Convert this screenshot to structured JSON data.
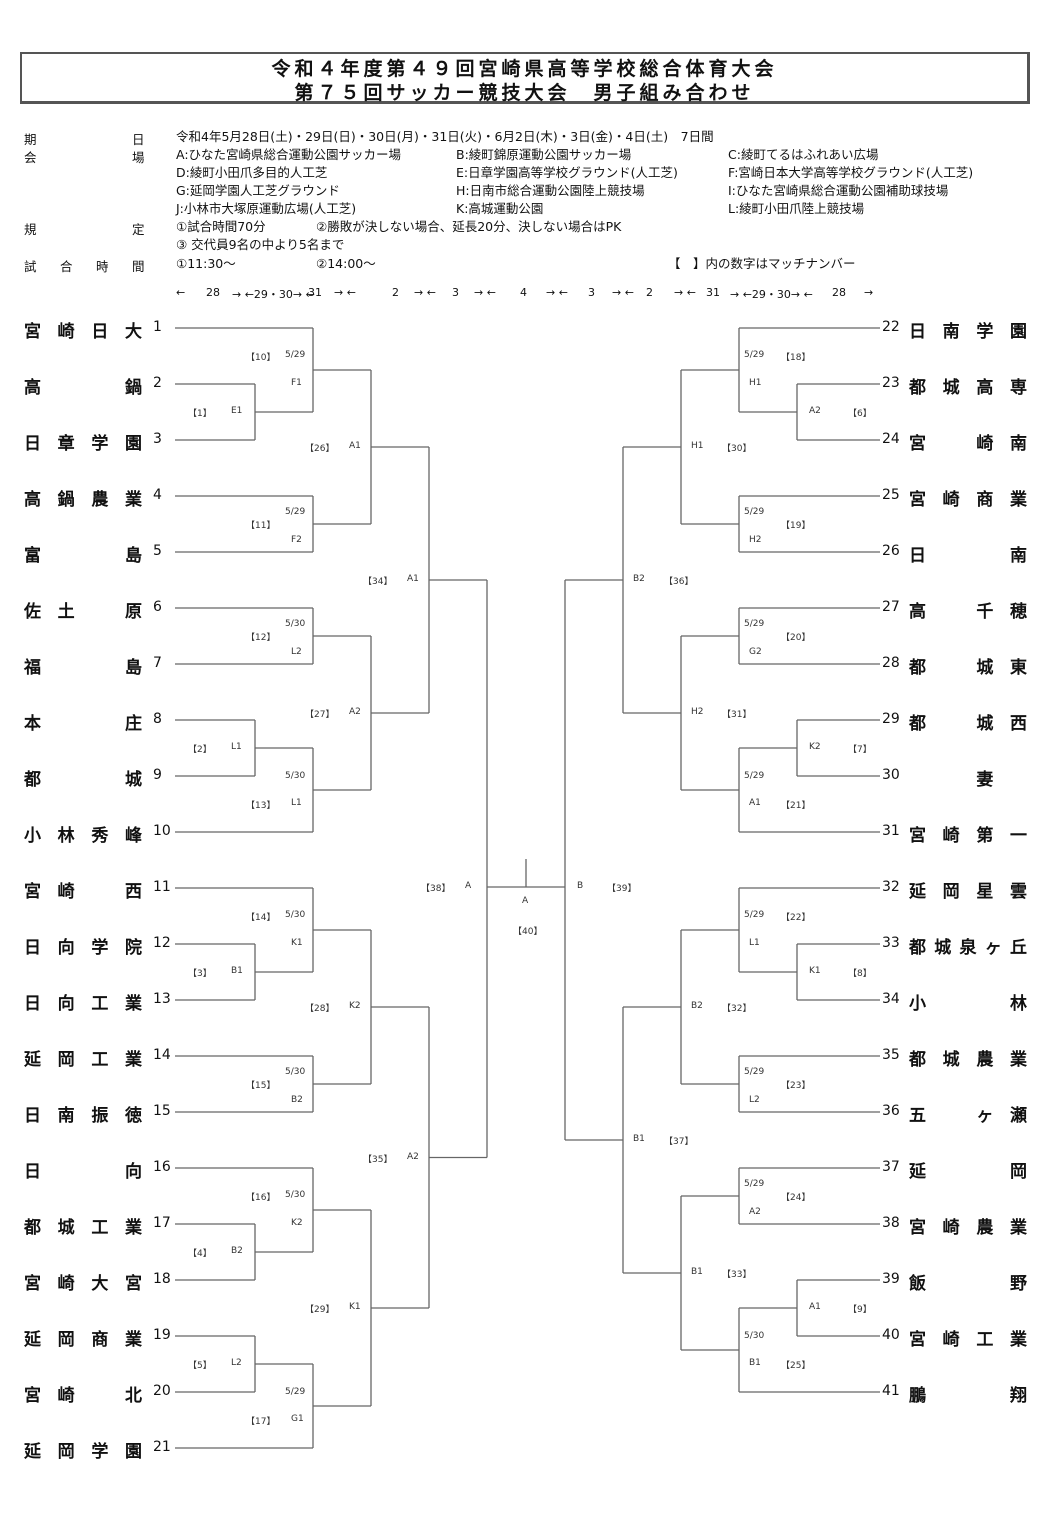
{
  "title": {
    "line1": "令和４年度第４９回宮崎県高等学校総合体育大会",
    "line2": "第７５回サッカー競技大会　男子組み合わせ"
  },
  "info": {
    "period_label": [
      "期",
      "日"
    ],
    "period_value": "令和4年5月28日(土)・29日(日)・30日(月)・31日(火)・6月2日(木)・3日(金)・4日(土)　7日間",
    "venue_label": [
      "会",
      "場"
    ],
    "venues": [
      "A:ひなた宮崎県総合運動公園サッカー場",
      "B:綾町錦原運動公園サッカー場",
      "C:綾町てるはふれあい広場",
      "D:綾町小田爪多目的人工芝",
      "E:日章学園高等学校グラウンド(人工芝)",
      "F:宮崎日本大学高等学校グラウンド(人工芝)",
      "G:延岡学園人工芝グラウンド",
      "H:日南市総合運動公園陸上競技場",
      "I:ひなた宮崎県総合運動公園補助球技場",
      "J:小林市大塚原運動広場(人工芝)",
      "K:高城運動公園",
      "L:綾町小田爪陸上競技場"
    ],
    "rules_label": [
      "規",
      "定"
    ],
    "rules": [
      "①試合時間70分",
      "②勝敗が決しない場合、延長20分、決しない場合はPK",
      "③ 交代員9名の中より5名まで"
    ],
    "time_label": [
      "試",
      "合",
      "時",
      "間"
    ],
    "times": [
      "①11:30～",
      "②14:00～"
    ],
    "note": "【　】内の数字はマッチナンバー"
  },
  "day_row": [
    "←",
    "28",
    "→ ←29・30→ ←",
    "31",
    "→ ←",
    "2",
    "→ ←",
    "3",
    "→ ←",
    "4",
    "→ ←",
    "3",
    "→ ←",
    "2",
    "→ ←",
    "31",
    "→ ←29・30→ ←",
    "28",
    "→"
  ],
  "teams_left": [
    {
      "no": "1",
      "name": [
        "宮",
        "崎",
        "日",
        "大"
      ]
    },
    {
      "no": "2",
      "name": [
        "高",
        "",
        "",
        "鍋"
      ]
    },
    {
      "no": "3",
      "name": [
        "日",
        "章",
        "学",
        "園"
      ]
    },
    {
      "no": "4",
      "name": [
        "高",
        "鍋",
        "農",
        "業"
      ]
    },
    {
      "no": "5",
      "name": [
        "富",
        "",
        "",
        "島"
      ]
    },
    {
      "no": "6",
      "name": [
        "佐",
        "土",
        "",
        "原"
      ]
    },
    {
      "no": "7",
      "name": [
        "福",
        "",
        "",
        "島"
      ]
    },
    {
      "no": "8",
      "name": [
        "本",
        "",
        "",
        "庄"
      ]
    },
    {
      "no": "9",
      "name": [
        "都",
        "",
        "",
        "城"
      ]
    },
    {
      "no": "10",
      "name": [
        "小",
        "林",
        "秀",
        "峰"
      ]
    },
    {
      "no": "11",
      "name": [
        "宮",
        "崎",
        "",
        "西"
      ]
    },
    {
      "no": "12",
      "name": [
        "日",
        "向",
        "学",
        "院"
      ]
    },
    {
      "no": "13",
      "name": [
        "日",
        "向",
        "工",
        "業"
      ]
    },
    {
      "no": "14",
      "name": [
        "延",
        "岡",
        "工",
        "業"
      ]
    },
    {
      "no": "15",
      "name": [
        "日",
        "南",
        "振",
        "徳"
      ]
    },
    {
      "no": "16",
      "name": [
        "日",
        "",
        "",
        "向"
      ]
    },
    {
      "no": "17",
      "name": [
        "都",
        "城",
        "工",
        "業"
      ]
    },
    {
      "no": "18",
      "name": [
        "宮",
        "崎",
        "大",
        "宮"
      ]
    },
    {
      "no": "19",
      "name": [
        "延",
        "岡",
        "商",
        "業"
      ]
    },
    {
      "no": "20",
      "name": [
        "宮",
        "崎",
        "",
        "北"
      ]
    },
    {
      "no": "21",
      "name": [
        "延",
        "岡",
        "学",
        "園"
      ]
    }
  ],
  "teams_right": [
    {
      "no": "22",
      "name": [
        "日",
        "南",
        "学",
        "園"
      ]
    },
    {
      "no": "23",
      "name": [
        "都",
        "城",
        "高",
        "専"
      ]
    },
    {
      "no": "24",
      "name": [
        "宮",
        "",
        "崎",
        "南"
      ]
    },
    {
      "no": "25",
      "name": [
        "宮",
        "崎",
        "商",
        "業"
      ]
    },
    {
      "no": "26",
      "name": [
        "日",
        "",
        "",
        "南"
      ]
    },
    {
      "no": "27",
      "name": [
        "高",
        "",
        "千",
        "穂"
      ]
    },
    {
      "no": "28",
      "name": [
        "都",
        "",
        "城",
        "東"
      ]
    },
    {
      "no": "29",
      "name": [
        "都",
        "",
        "城",
        "西"
      ]
    },
    {
      "no": "30",
      "name": [
        "",
        "",
        "妻",
        ""
      ]
    },
    {
      "no": "31",
      "name": [
        "宮",
        "崎",
        "第",
        "一"
      ]
    },
    {
      "no": "32",
      "name": [
        "延",
        "岡",
        "星",
        "雲"
      ]
    },
    {
      "no": "33",
      "name": [
        "都",
        "城",
        "泉",
        "ヶ",
        "丘"
      ]
    },
    {
      "no": "34",
      "name": [
        "小",
        "",
        "",
        "林"
      ]
    },
    {
      "no": "35",
      "name": [
        "都",
        "城",
        "農",
        "業"
      ]
    },
    {
      "no": "36",
      "name": [
        "五",
        "",
        "ヶ",
        "瀬"
      ]
    },
    {
      "no": "37",
      "name": [
        "延",
        "",
        "",
        "岡"
      ]
    },
    {
      "no": "38",
      "name": [
        "宮",
        "崎",
        "農",
        "業"
      ]
    },
    {
      "no": "39",
      "name": [
        "飯",
        "",
        "",
        "野"
      ]
    },
    {
      "no": "40",
      "name": [
        "宮",
        "崎",
        "工",
        "業"
      ]
    },
    {
      "no": "41",
      "name": [
        "鵬",
        "",
        "",
        "翔"
      ]
    }
  ],
  "matches": [
    {
      "no": "【1】",
      "venue": "E1",
      "date": ""
    },
    {
      "no": "【2】",
      "venue": "L1",
      "date": ""
    },
    {
      "no": "【3】",
      "venue": "B1",
      "date": ""
    },
    {
      "no": "【4】",
      "venue": "B2",
      "date": ""
    },
    {
      "no": "【5】",
      "venue": "L2",
      "date": ""
    },
    {
      "no": "【6】",
      "venue": "A2",
      "date": ""
    },
    {
      "no": "【7】",
      "venue": "K2",
      "date": ""
    },
    {
      "no": "【8】",
      "venue": "K1",
      "date": ""
    },
    {
      "no": "【9】",
      "venue": "A1",
      "date": ""
    },
    {
      "no": "【10】",
      "venue": "F1",
      "date": "5/29"
    },
    {
      "no": "【11】",
      "venue": "F2",
      "date": "5/29"
    },
    {
      "no": "【12】",
      "venue": "L2",
      "date": "5/30"
    },
    {
      "no": "【13】",
      "venue": "L1",
      "date": "5/30"
    },
    {
      "no": "【14】",
      "venue": "K1",
      "date": "5/30"
    },
    {
      "no": "【15】",
      "venue": "B2",
      "date": "5/30"
    },
    {
      "no": "【16】",
      "venue": "K2",
      "date": "5/30"
    },
    {
      "no": "【17】",
      "venue": "G1",
      "date": "5/29"
    },
    {
      "no": "【18】",
      "venue": "H1",
      "date": "5/29"
    },
    {
      "no": "【19】",
      "venue": "H2",
      "date": "5/29"
    },
    {
      "no": "【20】",
      "venue": "G2",
      "date": "5/29"
    },
    {
      "no": "【21】",
      "venue": "A1",
      "date": "5/29"
    },
    {
      "no": "【22】",
      "venue": "L1",
      "date": "5/29"
    },
    {
      "no": "【23】",
      "venue": "L2",
      "date": "5/29"
    },
    {
      "no": "【24】",
      "venue": "A2",
      "date": "5/29"
    },
    {
      "no": "【25】",
      "venue": "B1",
      "date": "5/30"
    },
    {
      "no": "【26】",
      "venue": "A1",
      "date": ""
    },
    {
      "no": "【27】",
      "venue": "A2",
      "date": ""
    },
    {
      "no": "【28】",
      "venue": "K2",
      "date": ""
    },
    {
      "no": "【29】",
      "venue": "K1",
      "date": ""
    },
    {
      "no": "【30】",
      "venue": "H1",
      "date": ""
    },
    {
      "no": "【31】",
      "venue": "H2",
      "date": ""
    },
    {
      "no": "【32】",
      "venue": "B2",
      "date": ""
    },
    {
      "no": "【33】",
      "venue": "B1",
      "date": ""
    },
    {
      "no": "【34】",
      "venue": "A1",
      "date": ""
    },
    {
      "no": "【35】",
      "venue": "A2",
      "date": ""
    },
    {
      "no": "【36】",
      "venue": "B2",
      "date": ""
    },
    {
      "no": "【37】",
      "venue": "B1",
      "date": ""
    },
    {
      "no": "【38】",
      "venue": "A",
      "date": ""
    },
    {
      "no": "【39】",
      "venue": "B",
      "date": ""
    },
    {
      "no": "【40】",
      "venue": "A",
      "date": ""
    }
  ]
}
